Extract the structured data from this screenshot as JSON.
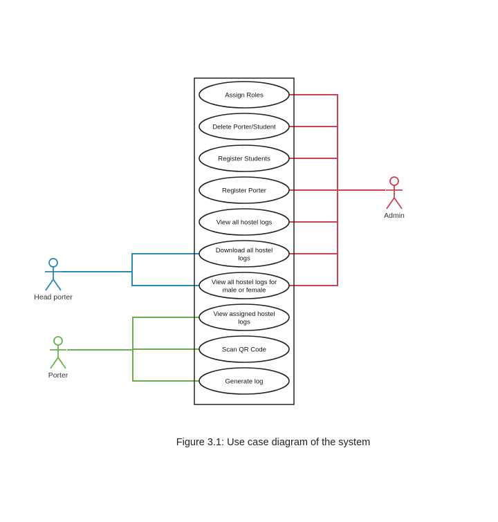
{
  "colors": {
    "admin": "#c8424f",
    "head_porter": "#2b86b4",
    "porter": "#6ab04c",
    "outline": "#222222"
  },
  "use_cases": [
    {
      "id": "assign-roles",
      "lines": [
        "Assign Roles"
      ]
    },
    {
      "id": "delete-porter-student",
      "lines": [
        "Delete Porter/Student"
      ]
    },
    {
      "id": "register-students",
      "lines": [
        "Register Students"
      ]
    },
    {
      "id": "register-porter",
      "lines": [
        "Register Porter"
      ]
    },
    {
      "id": "view-all-hostel-logs",
      "lines": [
        "View all hostel logs"
      ]
    },
    {
      "id": "download-all-hostel-logs",
      "lines": [
        "Download all hostel",
        "logs"
      ]
    },
    {
      "id": "view-logs-male-female",
      "lines": [
        "View all hostel logs for",
        "male or female"
      ]
    },
    {
      "id": "view-assigned-hostel-logs",
      "lines": [
        "View assigned hostel",
        "logs"
      ]
    },
    {
      "id": "scan-qr-code",
      "lines": [
        "Scan QR Code"
      ]
    },
    {
      "id": "generate-log",
      "lines": [
        "Generate log"
      ]
    }
  ],
  "actors": {
    "admin": {
      "label": "Admin",
      "use_cases": [
        0,
        1,
        2,
        3,
        4,
        5,
        6
      ]
    },
    "head_porter": {
      "label": "Head porter",
      "use_cases": [
        5,
        6
      ]
    },
    "porter": {
      "label": "Porter",
      "use_cases": [
        7,
        8,
        9
      ]
    }
  },
  "caption": "Figure 3.1: Use case diagram of the system"
}
